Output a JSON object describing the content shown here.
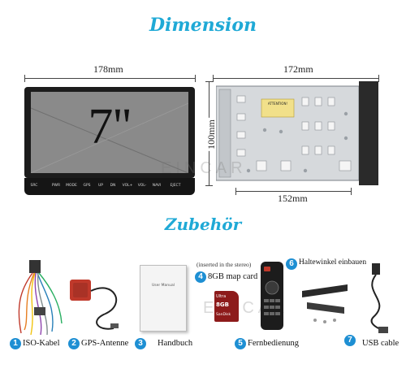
{
  "titles": {
    "dimension": "Dimension",
    "accessories": "Zubehör"
  },
  "dimensions": {
    "front_width": "178mm",
    "top_width": "172mm",
    "height": "100mm",
    "depth_bottom": "152mm"
  },
  "front_unit": {
    "screen_size": "7''",
    "buttons": [
      "SRC",
      "PWR",
      "MODE",
      "GPS",
      "UP",
      "DN",
      "VOL+",
      "VOL-",
      "NAVI",
      "EJECT"
    ]
  },
  "side_unit": {
    "warning_label": "ATTENTION!"
  },
  "watermark": "EINCAR",
  "accessories": [
    {
      "number": "1",
      "label": "ISO-Kabel"
    },
    {
      "number": "2",
      "label": "GPS-Antenne"
    },
    {
      "number": "3",
      "label": "Handbuch"
    },
    {
      "number": "4",
      "label": "8GB map card",
      "note": "(inserted in the stereo)"
    },
    {
      "number": "5",
      "label": "Fernbedienung"
    },
    {
      "number": "6",
      "label": "Haltewinkel einbauen"
    },
    {
      "number": "7",
      "label": "USB cable"
    }
  ],
  "manual_cover": "User Manual",
  "sd_card": {
    "brand": "SanDisk",
    "line": "Ultra",
    "capacity": "8GB"
  }
}
